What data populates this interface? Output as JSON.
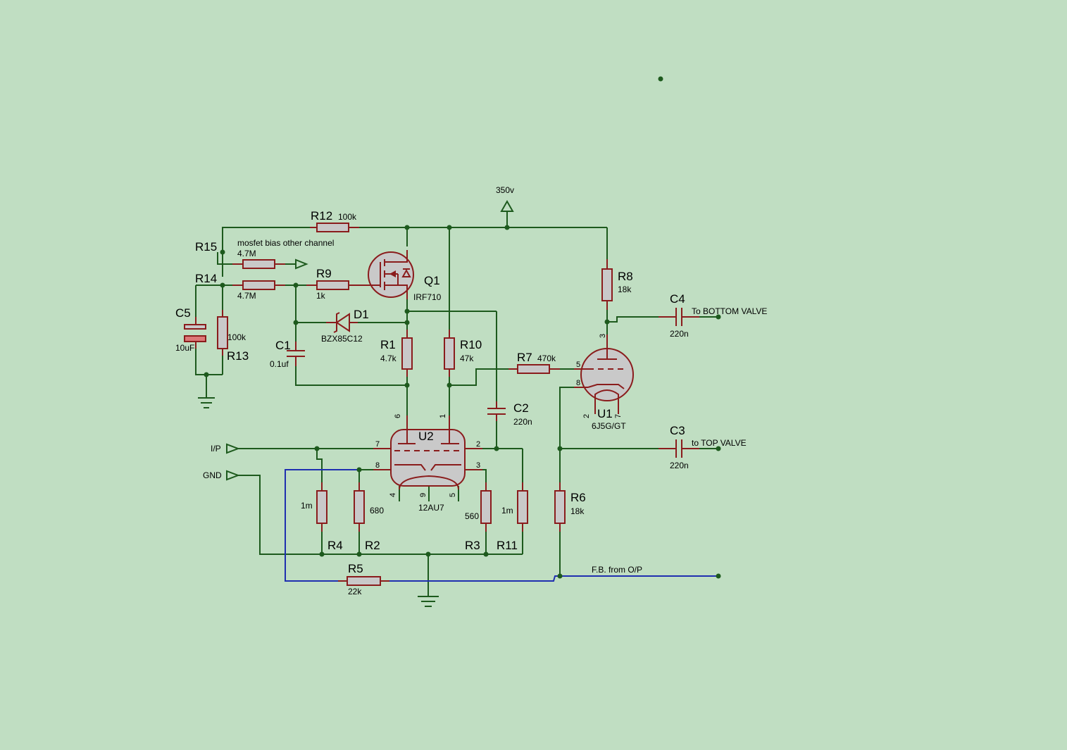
{
  "components": {
    "R12": {
      "ref": "R12",
      "value": "100k"
    },
    "R15": {
      "ref": "R15",
      "value": "4.7M"
    },
    "R14": {
      "ref": "R14",
      "value": "4.7M"
    },
    "R9": {
      "ref": "R9",
      "value": "1k"
    },
    "R13": {
      "ref": "R13",
      "value": "100k"
    },
    "C5": {
      "ref": "C5",
      "value": "10uF"
    },
    "C1": {
      "ref": "C1",
      "value": "0.1uf"
    },
    "D1": {
      "ref": "D1",
      "value": "BZX85C12"
    },
    "Q1": {
      "ref": "Q1",
      "value": "IRF710"
    },
    "R1": {
      "ref": "R1",
      "value": "4.7k"
    },
    "R10": {
      "ref": "R10",
      "value": "47k"
    },
    "R7": {
      "ref": "R7",
      "value": "470k"
    },
    "R8": {
      "ref": "R8",
      "value": "18k"
    },
    "C4": {
      "ref": "C4",
      "value": "220n"
    },
    "U1": {
      "ref": "U1",
      "value": "6J5G/GT"
    },
    "C2": {
      "ref": "C2",
      "value": "220n"
    },
    "U2": {
      "ref": "U2",
      "value": "12AU7"
    },
    "C3": {
      "ref": "C3",
      "value": "220n"
    },
    "R4": {
      "ref": "R4",
      "value": "1m"
    },
    "R2": {
      "ref": "R2",
      "value": "680"
    },
    "R3": {
      "ref": "R3",
      "value": "560"
    },
    "R11": {
      "ref": "R11",
      "value": "1m"
    },
    "R6": {
      "ref": "R6",
      "value": "18k"
    },
    "R5": {
      "ref": "R5",
      "value": "22k"
    }
  },
  "labels": {
    "supply": "350v",
    "bias_note": "mosfet bias other channel",
    "to_bottom": "To BOTTOM VALVE",
    "to_top": "to TOP VALVE",
    "input": "I/P",
    "ground": "GND",
    "feedback": "F.B. from O/P"
  },
  "pins": {
    "u2_p6": "6",
    "u2_p1": "1",
    "u2_p7": "7",
    "u2_p2": "2",
    "u2_p8": "8",
    "u2_p3": "3",
    "u2_p4": "4",
    "u2_p9": "9",
    "u2_p5": "5",
    "u1_p3": "3",
    "u1_p5": "5",
    "u1_p8": "8",
    "u1_p2": "2",
    "u1_p7": "7"
  },
  "colors": {
    "background": "#c0dec2",
    "wire": "#1d5a1d",
    "feedback_wire": "#1f2fb0",
    "component": "#8a1c1c",
    "resistor_fill": "#c9c9c9"
  }
}
